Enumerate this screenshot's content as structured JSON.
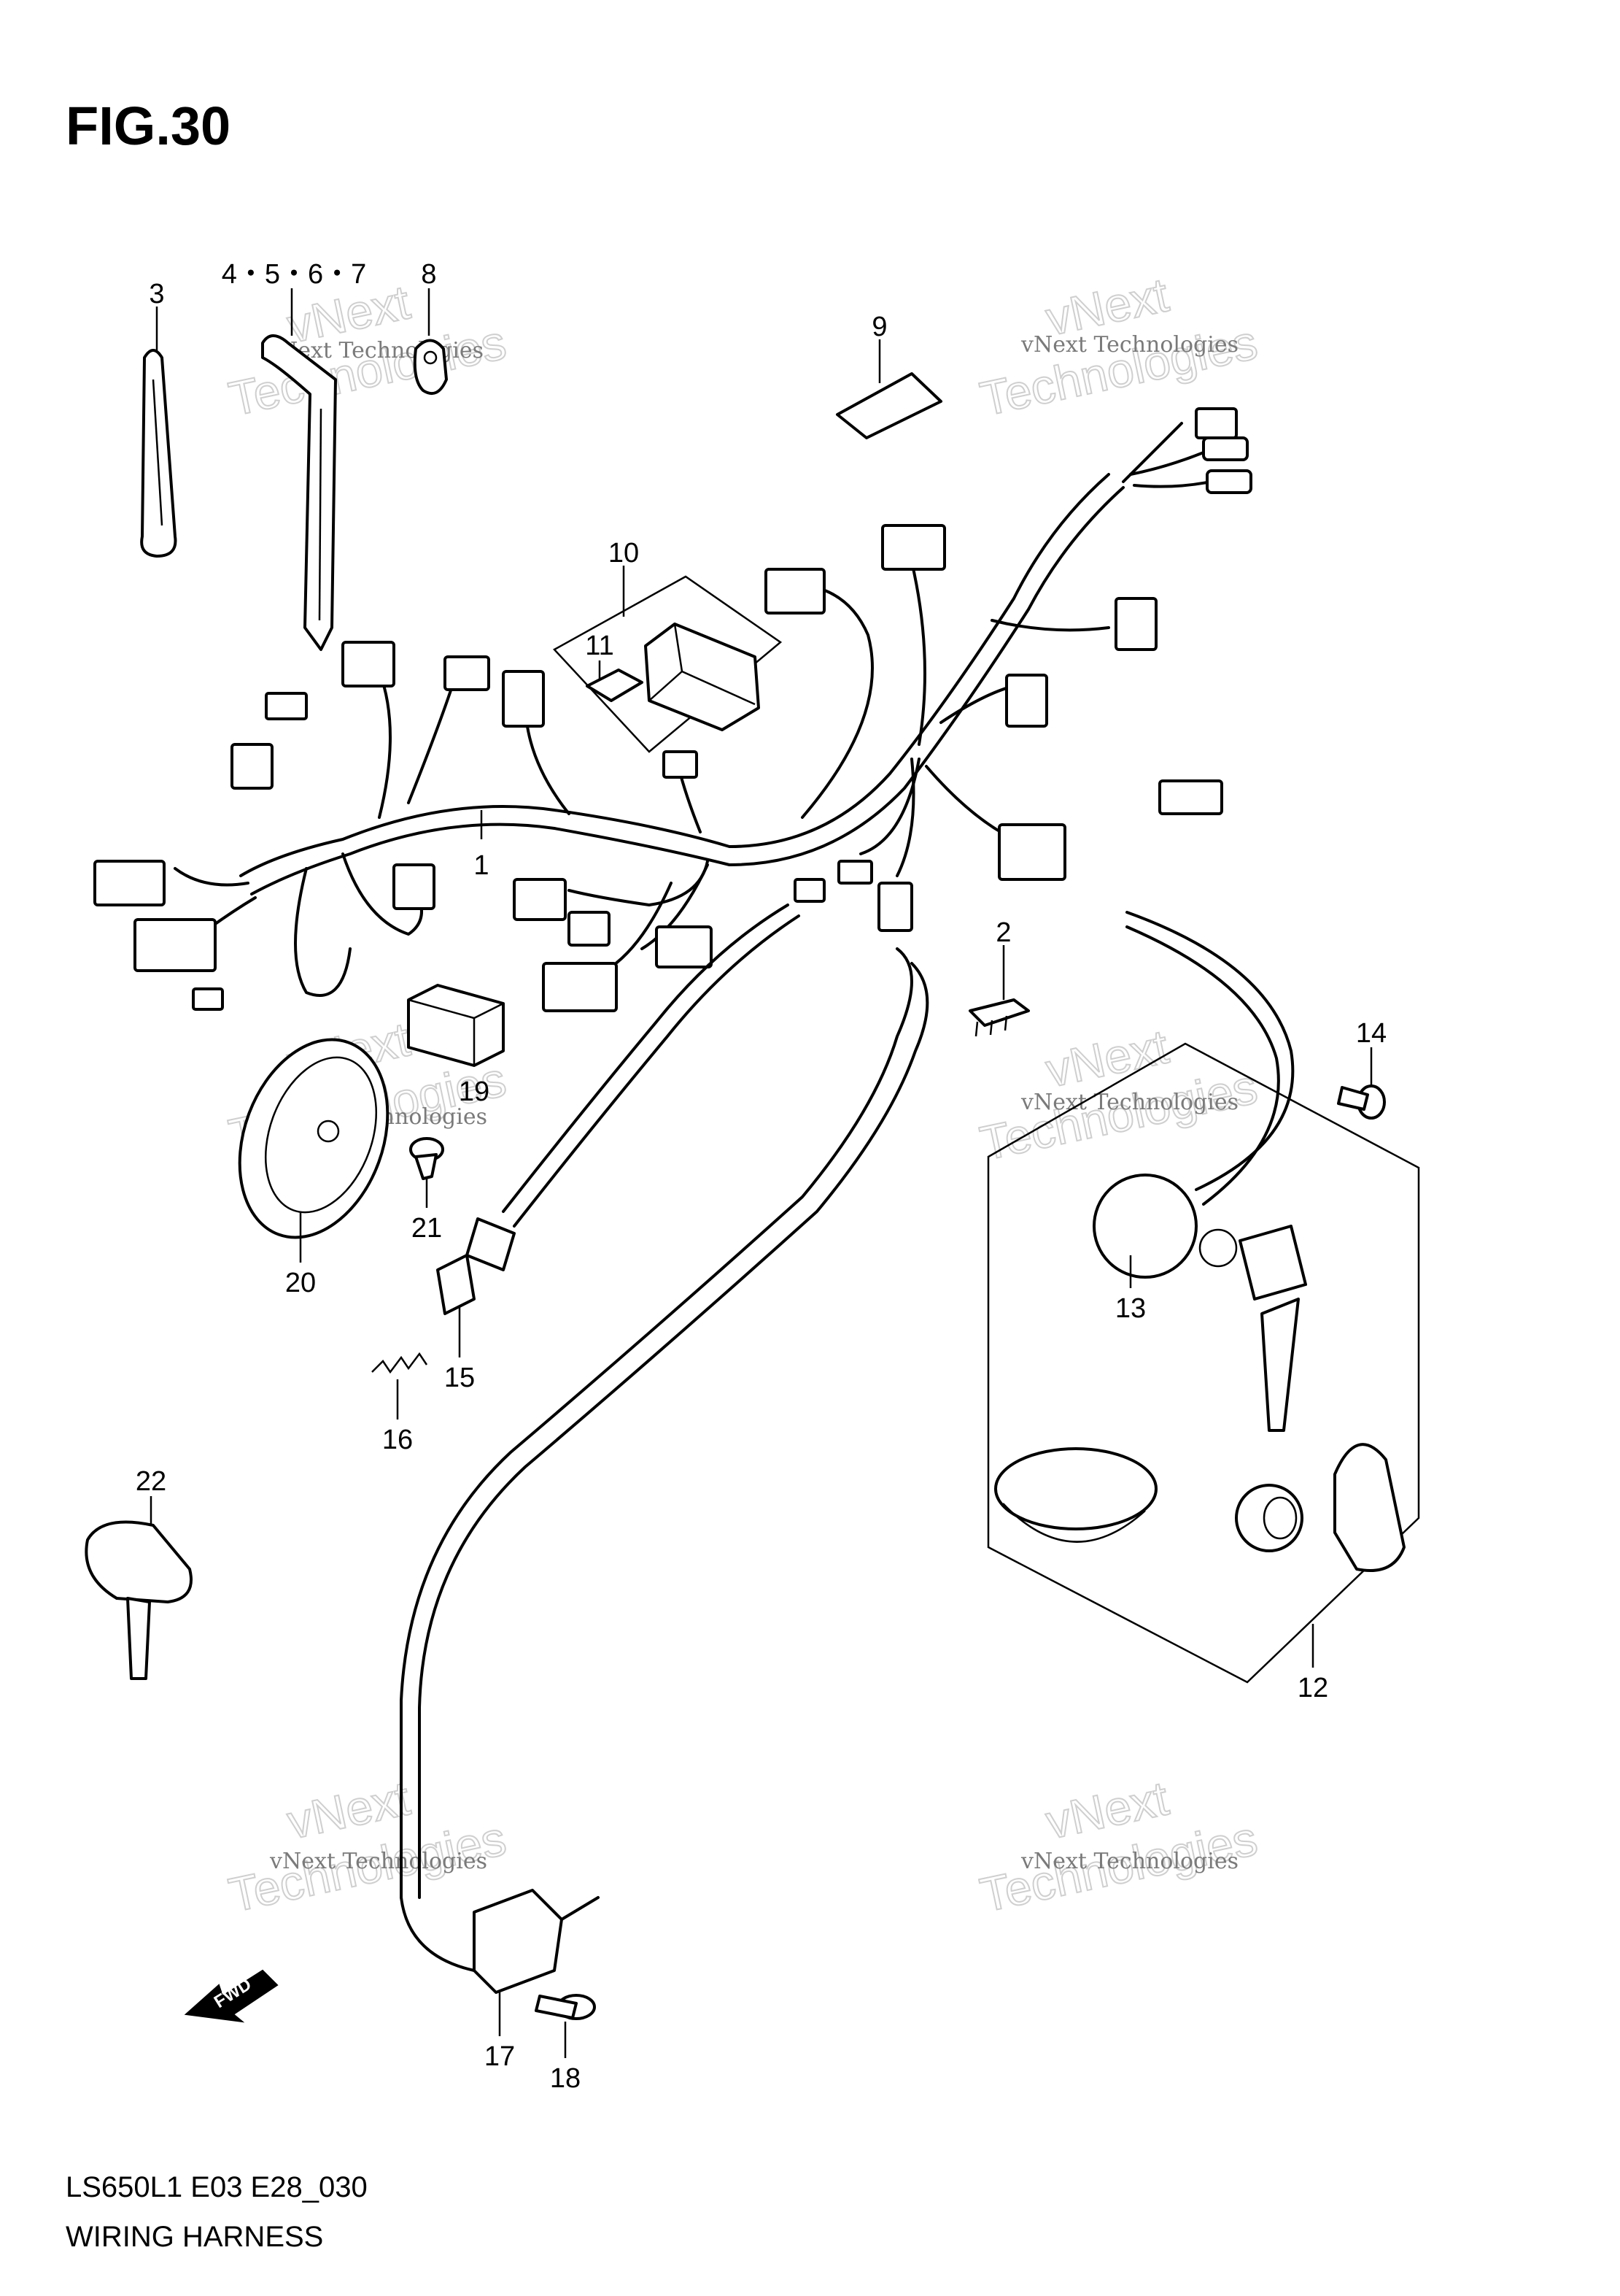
{
  "figure": {
    "title": "FIG.30"
  },
  "footer": {
    "code": "LS650L1 E03 E28_030",
    "caption": "WIRING HARNESS"
  },
  "direction_indicator": {
    "label": "FWD"
  },
  "watermark": {
    "line1": "vNext",
    "line2": "vNext Technologies",
    "line3": "Technologies"
  },
  "callouts": [
    "1",
    "2",
    "3",
    "4・5・6・7",
    "8",
    "9",
    "10",
    "11",
    "12",
    "13",
    "14",
    "15",
    "16",
    "17",
    "18",
    "19",
    "20",
    "21",
    "22"
  ]
}
